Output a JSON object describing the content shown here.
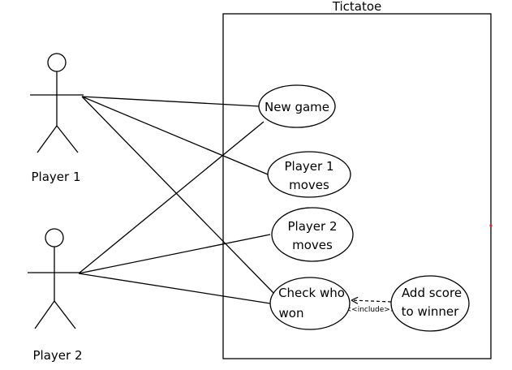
{
  "system": {
    "title": "Tictatoe"
  },
  "actors": [
    {
      "id": "player1",
      "label": "Player 1"
    },
    {
      "id": "player2",
      "label": "Player 2"
    }
  ],
  "use_cases": [
    {
      "id": "new-game",
      "lines": [
        "New game"
      ]
    },
    {
      "id": "player1-moves",
      "lines": [
        "Player 1",
        "moves"
      ]
    },
    {
      "id": "player2-moves",
      "lines": [
        "Player 2",
        "moves"
      ]
    },
    {
      "id": "check-who-won",
      "lines": [
        "Check who",
        "won"
      ]
    },
    {
      "id": "add-score",
      "lines": [
        "Add score",
        "to winner"
      ]
    }
  ],
  "associations": [
    {
      "actor": "player1",
      "use_case": "new-game"
    },
    {
      "actor": "player1",
      "use_case": "player1-moves"
    },
    {
      "actor": "player1",
      "use_case": "check-who-won"
    },
    {
      "actor": "player2",
      "use_case": "new-game"
    },
    {
      "actor": "player2",
      "use_case": "player2-moves"
    },
    {
      "actor": "player2",
      "use_case": "check-who-won"
    }
  ],
  "include_relation": {
    "from": "add-score",
    "to": "check-who-won",
    "label": "<<include>>"
  },
  "colors": {
    "stroke": "#000000",
    "marker_dot": "#e02020"
  }
}
